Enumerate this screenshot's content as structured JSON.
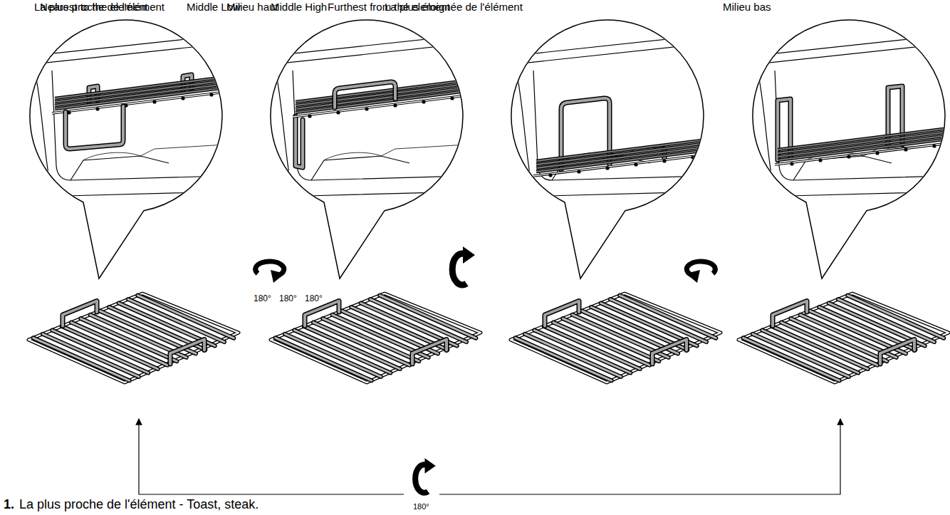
{
  "diagram": {
    "labels": [
      "La plus proche de l'élément",
      "Nearest to the element",
      "Middle Low",
      "Milieu haut",
      "Middle High",
      "Furthest from the element",
      "La plus éloignée de l'élément",
      "Milieu bas",
      "180°",
      "180°",
      "180°",
      "180°",
      "1.",
      "La plus proche de l'élément - Toast, steak."
    ]
  }
}
